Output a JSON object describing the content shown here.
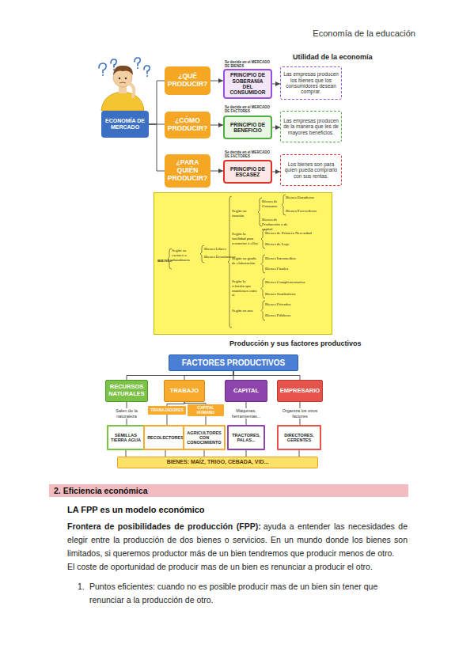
{
  "diagram": {
    "nodes": [
      {
        "text": [
          "ECONOMÍA DE MERCADO"
        ]
      },
      {
        "text": [
          "¿QUÉ PRODUCIR?"
        ]
      },
      {
        "text": [
          "PRINCIPIO DE SOBERANÍA DEL CONSUMIDOR"
        ]
      },
      {
        "text": [
          "Las empresas producen los bienes que los consumidores desean comprar."
        ]
      },
      {
        "text": [
          "¿CÓMO PRODUCIR?"
        ]
      },
      {
        "text": [
          "PRINCIPIO DE BENEFICIO"
        ]
      },
      {
        "text": [
          "Las empresas producen de la manera que les de mayores beneficios."
        ]
      },
      {
        "text": [
          "¿PARA QUIÉN PRODUCIR?"
        ]
      },
      {
        "text": [
          "PRINCIPIO DE ESCASEZ"
        ]
      },
      {
        "text": [
          "Los bienes son para quien pueda comprarlo con sus rentas."
        ]
      },
      {
        "text": [
          "BIENES",
          "Según su escasez o abundancia",
          "Bienes Libres",
          "Bienes Económicos",
          "Según su función",
          "Bienes de Consumo",
          "Bienes Duraderos",
          "Bienes Perecederos",
          "Bienes de Producción o de capital",
          "Según la facilidad para renunciar a ellos",
          "Bienes de Primera Necesidad",
          "Bienes de Lujo",
          "Según su grado de elaboración",
          "Bienes Intermedios",
          "Bienes Finales",
          "Según la relación que mantienen entre sí",
          "Bienes Complementarios",
          "Bienes Sustitutivos",
          "Según su uso",
          "Bienes Privados",
          "Bienes Públicos"
        ]
      },
      {
        "text": [
          "FACTORES PRODUCTIVOS"
        ]
      },
      {
        "text": [
          "RECURSOS NATURALES"
        ]
      },
      {
        "text": [
          "TRABAJO"
        ]
      },
      {
        "text": [
          "CAPITAL"
        ]
      },
      {
        "text": [
          "EMPRESARIO"
        ]
      },
      {
        "text": [
          "TRABAJADORES"
        ]
      },
      {
        "text": [
          "CAPITAL HUMANO"
        ]
      },
      {
        "text": [
          "SEMILLAS TIERRA AGUA"
        ]
      },
      {
        "text": [
          "RECOLECTORES"
        ]
      },
      {
        "text": [
          "AGRICULTORES CON CONOCIMIENTO"
        ]
      },
      {
        "text": [
          "TRACTORES, PALAS..."
        ]
      },
      {
        "text": [
          "DIRECTORES, GERENTES"
        ]
      },
      {
        "text": [
          "BIENES: MAÍZ, TRIGO, CEBADA, VID..."
        ]
      },
      {
        "text": [
          "2. Eficiencia económica"
        ]
      }
    ],
    "edges": [
      {
        "from": 0,
        "to": 1,
        "arrow": "none"
      },
      {
        "from": 0,
        "to": 4,
        "arrow": "none"
      },
      {
        "from": 0,
        "to": 7,
        "arrow": "none"
      },
      {
        "from": 1,
        "to": 2,
        "arrow": "to"
      },
      {
        "from": 2,
        "to": 3,
        "arrow": "to"
      },
      {
        "from": 4,
        "to": 5,
        "arrow": "to"
      },
      {
        "from": 5,
        "to": 6,
        "arrow": "to"
      },
      {
        "from": 7,
        "to": 8,
        "arrow": "to"
      },
      {
        "from": 8,
        "to": 9,
        "arrow": "to"
      },
      {
        "from": 11,
        "to": 12,
        "arrow": "none"
      },
      {
        "from": 11,
        "to": 13,
        "arrow": "none"
      },
      {
        "from": 11,
        "to": 14,
        "arrow": "none"
      },
      {
        "from": 11,
        "to": 15,
        "arrow": "none"
      },
      {
        "from": 13,
        "to": 16,
        "arrow": "none"
      },
      {
        "from": 13,
        "to": 17,
        "arrow": "none"
      },
      {
        "from": 12,
        "to": 18,
        "label": "Salen de la naturaleza",
        "arrow": "none"
      },
      {
        "from": 16,
        "to": 19,
        "arrow": "none"
      },
      {
        "from": 17,
        "to": 20,
        "arrow": "none"
      },
      {
        "from": 14,
        "to": 21,
        "label": "Máquinas, herramientas...",
        "arrow": "none"
      },
      {
        "from": 15,
        "to": 22,
        "label": "Organiza los otros factores",
        "arrow": "none"
      },
      {
        "from": 18,
        "to": 23,
        "arrow": "none"
      },
      {
        "from": 19,
        "to": 23,
        "arrow": "none"
      },
      {
        "from": 20,
        "to": 23,
        "arrow": "none"
      },
      {
        "from": 21,
        "to": 23,
        "arrow": "none"
      },
      {
        "from": 22,
        "to": 23,
        "arrow": "none"
      }
    ],
    "labels": [
      "Economía de la educación",
      "Utilidad de la economía",
      "Se decide en el MERCADO DE BIENES",
      "Se decide en el MERCADO DE FACTORES",
      "Se decide en el MERCADO DE FACTORES",
      "Producción y sus factores productivos",
      "LA FPP es un modelo económico",
      "Frontera de posibilidades de producción (FPP):",
      "ayuda a entender las necesidades de elegir entre la producción de dos bienes o servicios. En un mundo donde los bienes son limitados, si queremos productor más de un bien tendremos que producir menos de otro.",
      "El coste de oportunidad de producir mas de un bien es renunciar a producir el otro.",
      "1.",
      "Puntos eficientes: cuando no es posible producir mas de un bien sin tener que renunciar a la producción de otro."
    ]
  }
}
